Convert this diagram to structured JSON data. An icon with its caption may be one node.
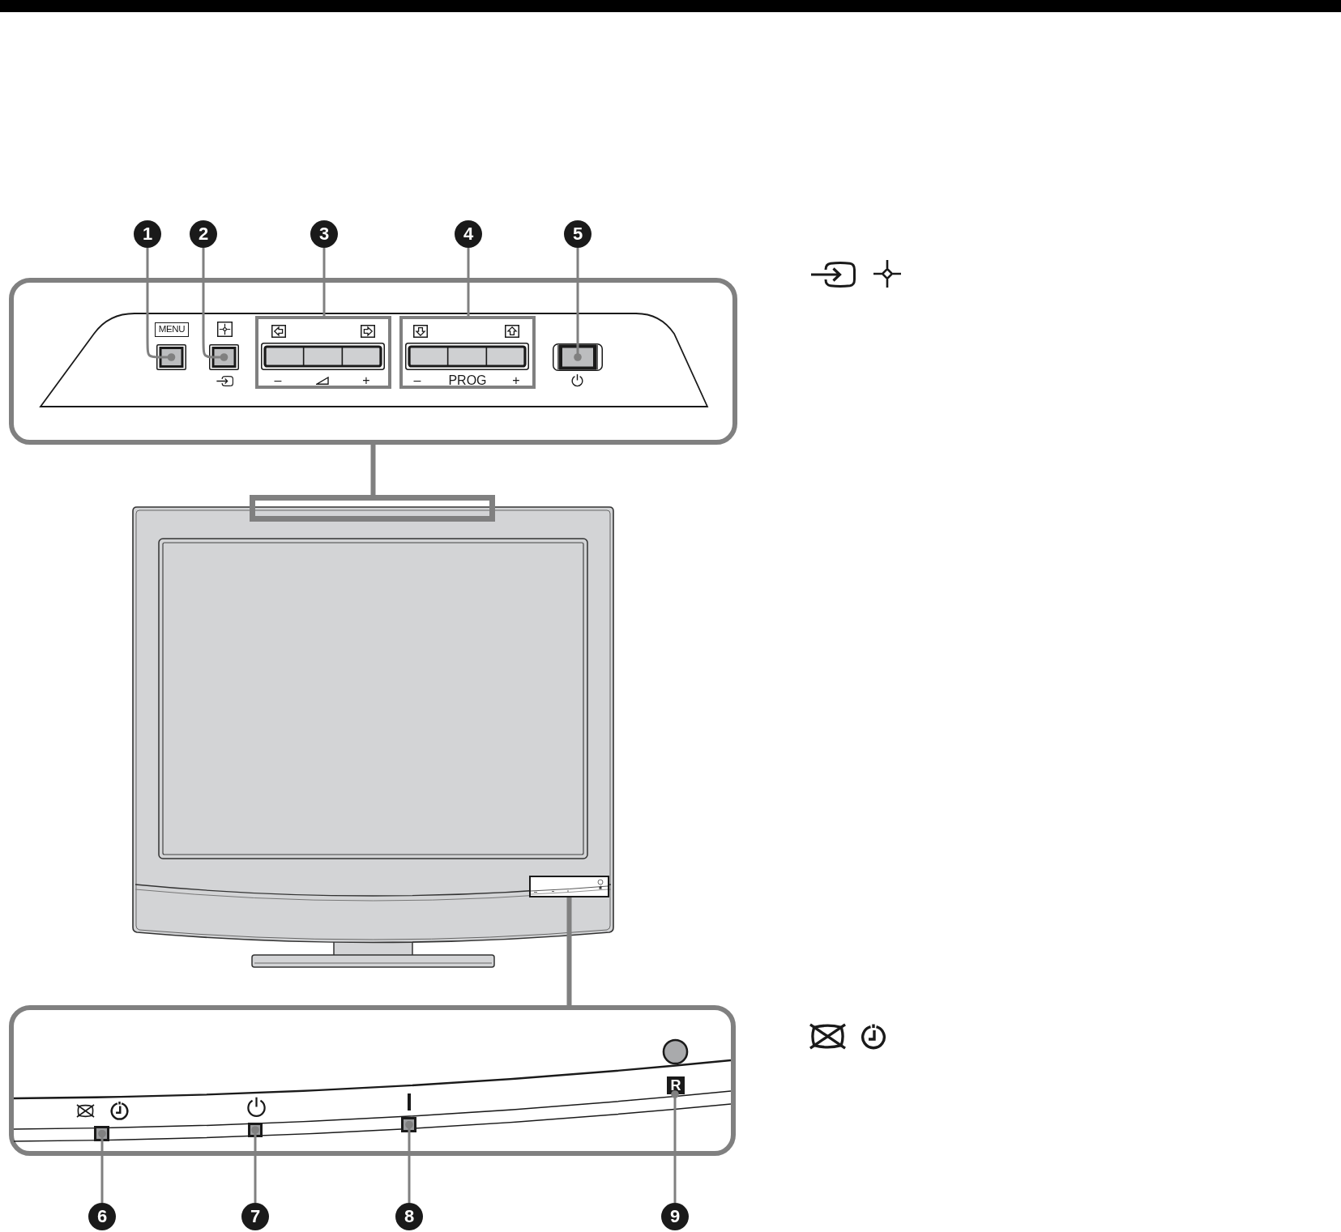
{
  "diagram": {
    "nodes": [
      {
        "text": [
          "1"
        ]
      },
      {
        "text": [
          "2"
        ]
      },
      {
        "text": [
          "3"
        ]
      },
      {
        "text": [
          "4"
        ]
      },
      {
        "text": [
          "5"
        ]
      },
      {
        "text": [],
        "shape": "box"
      },
      {
        "text": [
          "MENU"
        ],
        "in": 5
      },
      {
        "text": [],
        "shape": "box",
        "in": 5
      },
      {
        "text": [],
        "shape": "box",
        "in": 5
      },
      {
        "text": [
          "–",
          "+"
        ],
        "in": 5
      },
      {
        "text": [
          "–",
          "PROG",
          "+"
        ],
        "in": 5
      },
      {
        "text": [],
        "shape": "box",
        "in": 5
      },
      {
        "text": [],
        "shape": "box"
      },
      {
        "text": [],
        "shape": "box"
      },
      {
        "text": [],
        "shape": "box"
      },
      {
        "text": [],
        "shape": "box",
        "in": 14
      },
      {
        "text": [],
        "shape": "box",
        "in": 14
      },
      {
        "text": [],
        "shape": "box",
        "in": 14
      },
      {
        "text": [
          "R"
        ],
        "in": 14
      },
      {
        "text": [
          "6"
        ]
      },
      {
        "text": [
          "7"
        ]
      },
      {
        "text": [
          "8"
        ]
      },
      {
        "text": [
          "9"
        ]
      }
    ],
    "edges": [
      {
        "from": 0,
        "to": 7,
        "arrow": "other"
      },
      {
        "from": 1,
        "to": 8,
        "arrow": "other"
      },
      {
        "from": 2,
        "to": 9,
        "arrow": "none"
      },
      {
        "from": 3,
        "to": 10,
        "arrow": "none"
      },
      {
        "from": 4,
        "to": 11,
        "arrow": "other"
      },
      {
        "from": 5,
        "to": 12,
        "arrow": "none",
        "style": "thick"
      },
      {
        "from": 13,
        "to": 14,
        "arrow": "none",
        "style": "thick"
      },
      {
        "from": 19,
        "to": 15,
        "arrow": "other"
      },
      {
        "from": 20,
        "to": 16,
        "arrow": "other"
      },
      {
        "from": 21,
        "to": 17,
        "arrow": "other"
      },
      {
        "from": 22,
        "to": 18,
        "arrow": "other"
      }
    ]
  }
}
